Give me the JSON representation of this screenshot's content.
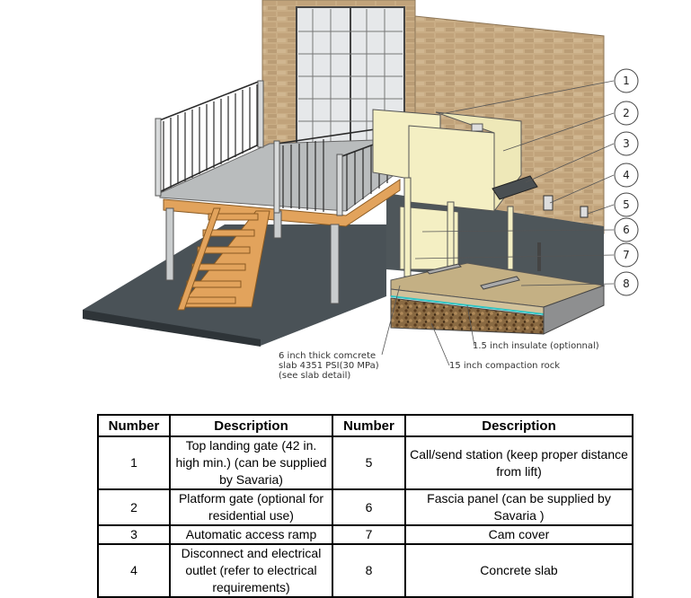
{
  "callouts": [
    "1",
    "2",
    "3",
    "4",
    "5",
    "6",
    "7",
    "8"
  ],
  "notes": {
    "slab": [
      "6 inch  thick comcrete",
      "slab 4351 PSI(30 MPa)",
      "(see slab detail)"
    ],
    "insulate": "1.5 inch insulate (optionnal)",
    "rock": "15 inch compaction rock"
  },
  "table": {
    "headers": [
      "Number",
      "Description",
      "Number",
      "Description"
    ],
    "rows": [
      {
        "n1": "1",
        "d1": "Top landing gate (42 in. high min.) (can be supplied by Savaria)",
        "n2": "5",
        "d2": "Call/send station (keep proper distance from lift)"
      },
      {
        "n1": "2",
        "d1": "Platform gate (optional for residential use)",
        "n2": "6",
        "d2": "Fascia panel  (can be supplied by Savaria )"
      },
      {
        "n1": "3",
        "d1": "Automatic access ramp",
        "n2": "7",
        "d2": "Cam cover"
      },
      {
        "n1": "4",
        "d1": "Disconnect and electrical outlet (refer to electrical requirements)",
        "n2": "8",
        "d2": "Concrete slab"
      }
    ]
  },
  "colors": {
    "brick": "#c8ad86",
    "ground": "#4a5257",
    "deck": "#b9bcbd",
    "wood": "#e2a35c",
    "lift_panel": "#f4efc3",
    "rock": "#8a6a42"
  }
}
